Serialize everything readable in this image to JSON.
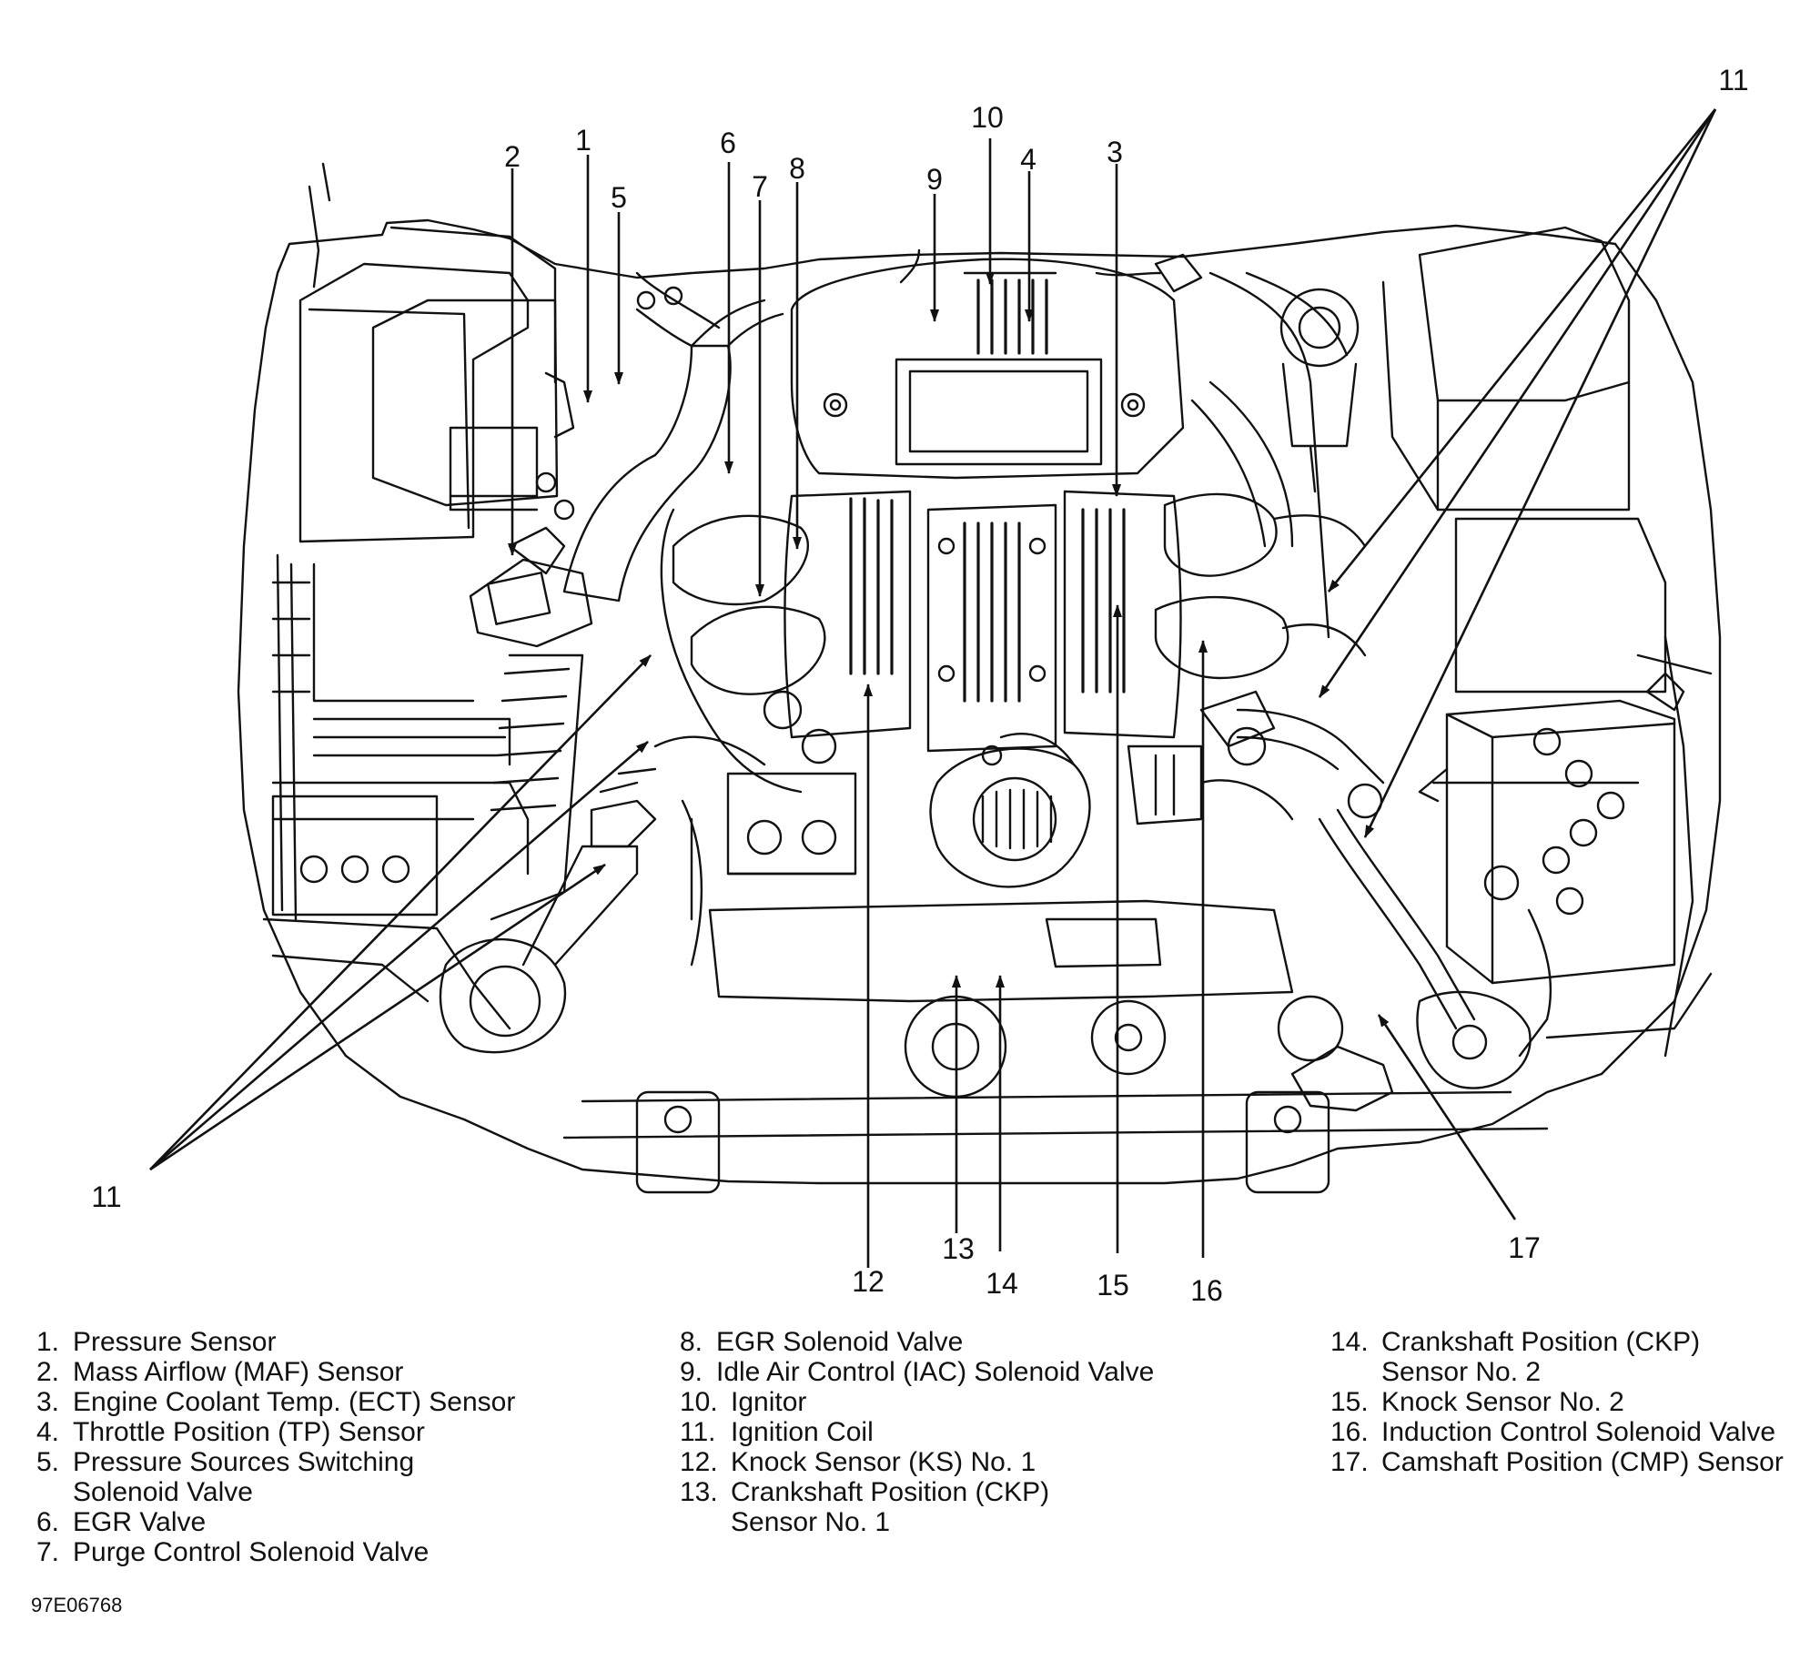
{
  "figure_id": "97E06768",
  "callouts": [
    "1",
    "2",
    "3",
    "4",
    "5",
    "6",
    "7",
    "8",
    "9",
    "10",
    "11",
    "12",
    "13",
    "14",
    "15",
    "16",
    "17"
  ],
  "legend": [
    {
      "num": "1.",
      "text": "Pressure Sensor"
    },
    {
      "num": "2.",
      "text": "Mass Airflow (MAF) Sensor"
    },
    {
      "num": "3.",
      "text": "Engine Coolant Temp. (ECT) Sensor"
    },
    {
      "num": "4.",
      "text": "Throttle Position (TP) Sensor"
    },
    {
      "num": "5.",
      "text": "Pressure Sources Switching Solenoid Valve"
    },
    {
      "num": "6.",
      "text": "EGR Valve"
    },
    {
      "num": "7.",
      "text": "Purge Control Solenoid Valve"
    },
    {
      "num": "8.",
      "text": "EGR Solenoid Valve"
    },
    {
      "num": "9.",
      "text": "Idle Air Control (IAC) Solenoid Valve"
    },
    {
      "num": "10.",
      "text": "Ignitor"
    },
    {
      "num": "11.",
      "text": "Ignition Coil"
    },
    {
      "num": "12.",
      "text": "Knock Sensor (KS) No. 1"
    },
    {
      "num": "13.",
      "text": "Crankshaft Position (CKP) Sensor No. 1"
    },
    {
      "num": "14.",
      "text": "Crankshaft Position (CKP) Sensor No. 2"
    },
    {
      "num": "15.",
      "text": "Knock Sensor No. 2"
    },
    {
      "num": "16.",
      "text": "Induction Control Solenoid Valve"
    },
    {
      "num": "17.",
      "text": "Camshaft Position (CMP) Sensor"
    }
  ]
}
